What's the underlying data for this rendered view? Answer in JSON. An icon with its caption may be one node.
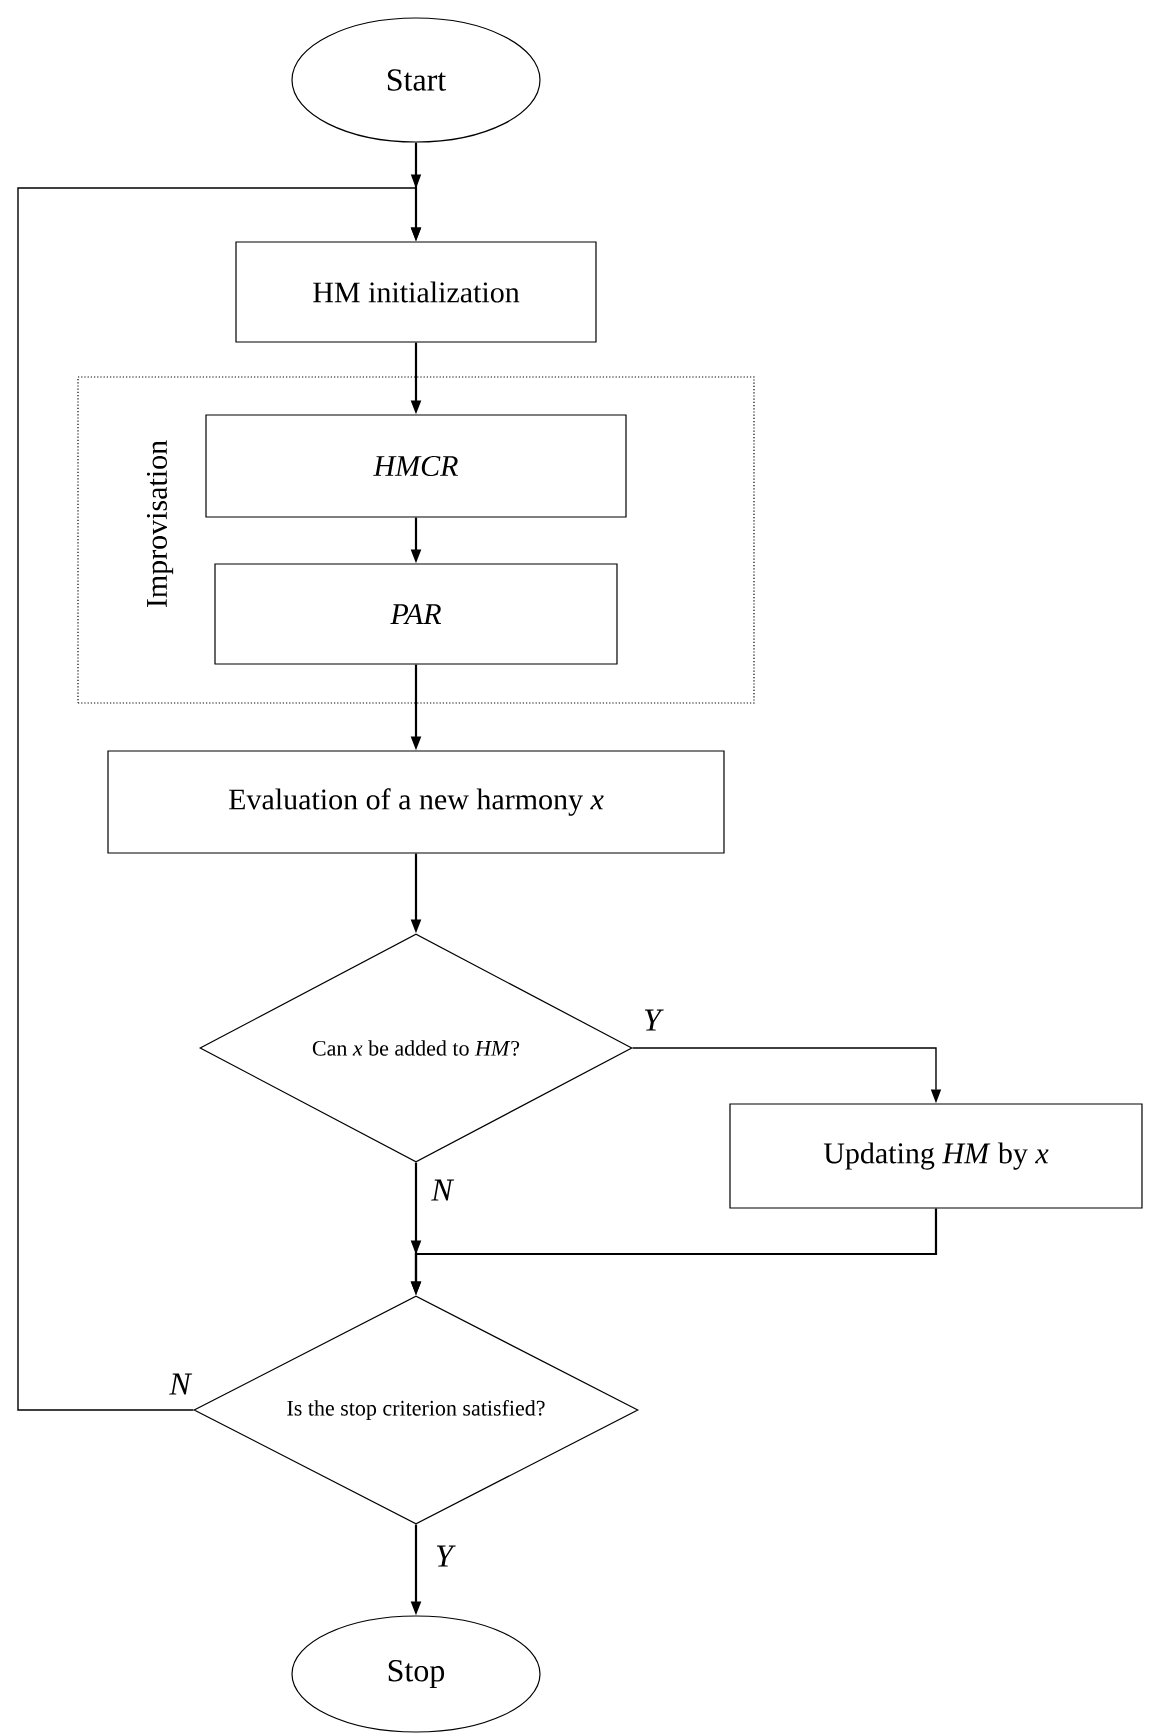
{
  "diagram": {
    "nodes": [
      {
        "text": [
          "Start"
        ]
      },
      {
        "text": [
          "HM initialization"
        ]
      },
      {
        "text": [
          "Improvisation"
        ]
      },
      {
        "text": [
          "HMCR"
        ],
        "in": 2
      },
      {
        "text": [
          "PAR"
        ],
        "in": 2
      },
      {
        "text": [
          "Evaluation of a new harmony *x*"
        ]
      },
      {
        "text": [
          "Can *x* be added to *HM*?"
        ]
      },
      {
        "text": [
          "Updating *HM* by *x*"
        ]
      },
      {
        "text": [
          "Is the stop criterion satisfied?"
        ]
      },
      {
        "text": [
          "Stop"
        ]
      }
    ],
    "edges": [
      {
        "from": 0,
        "to": 1,
        "arrow": "to"
      },
      {
        "from": 1,
        "to": 3,
        "arrow": "to"
      },
      {
        "from": 3,
        "to": 4,
        "arrow": "to"
      },
      {
        "from": 4,
        "to": 5,
        "arrow": "to"
      },
      {
        "from": 5,
        "to": 6,
        "arrow": "to"
      },
      {
        "from": 6,
        "to": 7,
        "label": "Y",
        "arrow": "to"
      },
      {
        "from": 6,
        "to": 8,
        "label": "N",
        "arrow": "to"
      },
      {
        "from": 7,
        "to": 8,
        "arrow": "to"
      },
      {
        "from": 8,
        "to": 1,
        "label": "N",
        "arrow": "to"
      },
      {
        "from": 8,
        "to": 9,
        "label": "Y",
        "arrow": "to"
      }
    ]
  }
}
